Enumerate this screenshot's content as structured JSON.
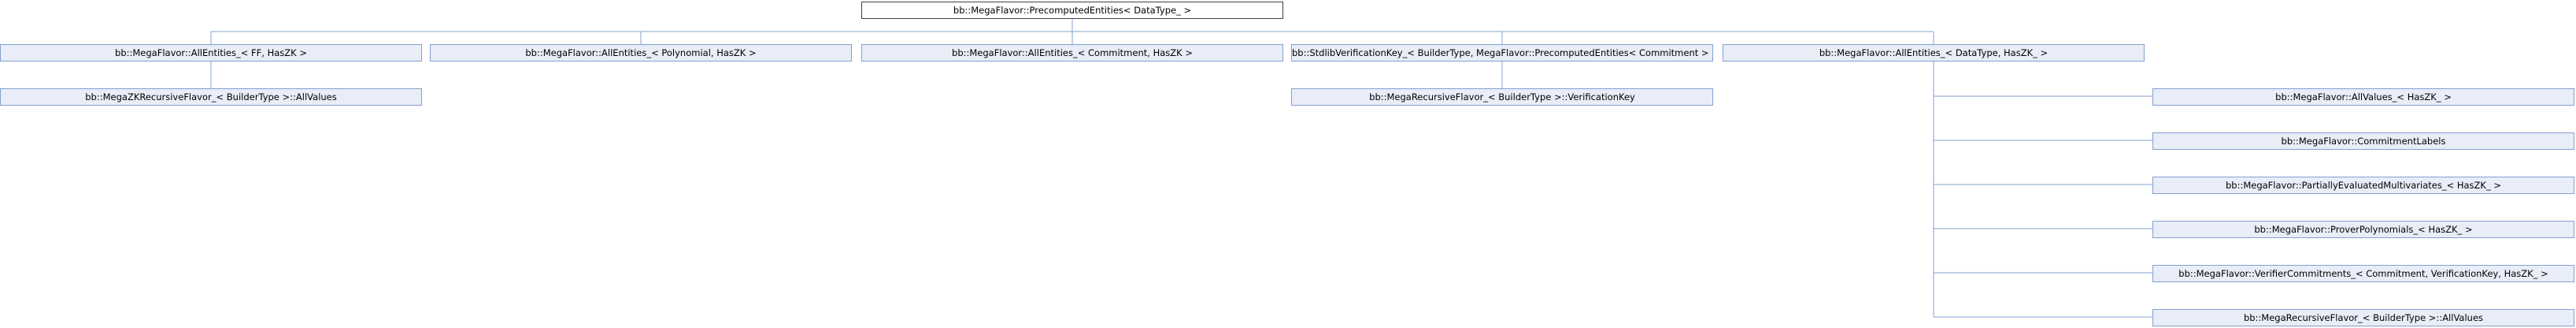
{
  "diagram": {
    "root": "bb::MegaFlavor::PrecomputedEntities< DataType_ >",
    "children": [
      "bb::MegaFlavor::AllEntities_< FF, HasZK >",
      "bb::MegaFlavor::AllEntities_< Polynomial, HasZK >",
      "bb::MegaFlavor::AllEntities_< Commitment, HasZK >",
      "bb::StdlibVerificationKey_< BuilderType, MegaFlavor::PrecomputedEntities< Commitment > >",
      "bb::MegaFlavor::AllEntities_< DataType, HasZK_ >"
    ],
    "grandchildren": {
      "zk_all_values": "bb::MegaZKRecursiveFlavor_< BuilderType >::AllValues",
      "recursive_vk": "bb::MegaRecursiveFlavor_< BuilderType >::VerificationKey",
      "all_entities_derived": [
        "bb::MegaFlavor::AllValues_< HasZK_ >",
        "bb::MegaFlavor::CommitmentLabels",
        "bb::MegaFlavor::PartiallyEvaluatedMultivariates_< HasZK_ >",
        "bb::MegaFlavor::ProverPolynomials_< HasZK_ >",
        "bb::MegaFlavor::VerifierCommitments_< Commitment, VerificationKey, HasZK_ >",
        "bb::MegaRecursiveFlavor_< BuilderType >::AllValues"
      ]
    }
  },
  "colors": {
    "node_fill": "#e8edf7",
    "node_border": "#84a0cf",
    "root_border": "#404040",
    "edge": "#84a0cf"
  }
}
